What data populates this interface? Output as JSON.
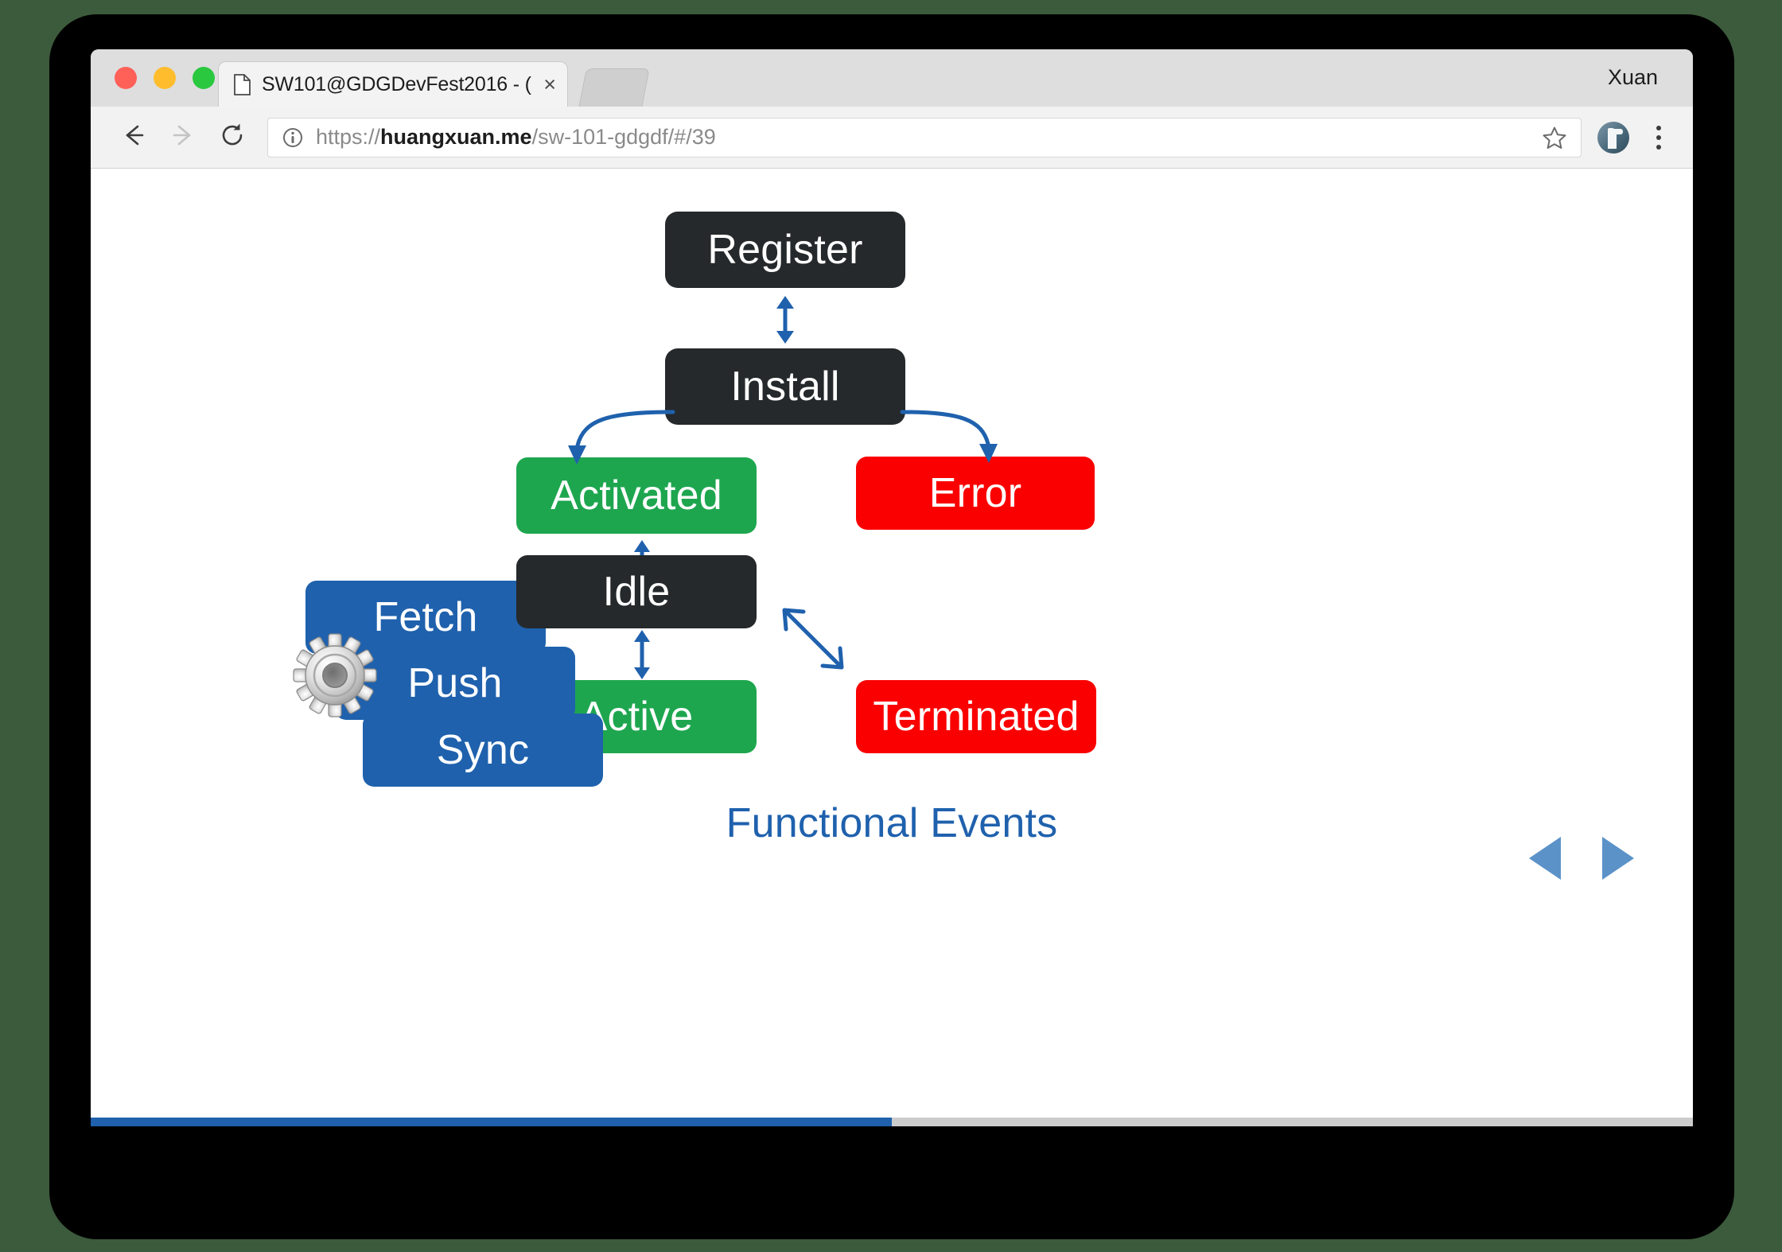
{
  "browser": {
    "profile_name": "Xuan",
    "tab": {
      "title": "SW101@GDGDevFest2016 - (",
      "close_label": "×",
      "favicon_name": "document-icon"
    },
    "toolbar": {
      "back_icon": "arrow-left-icon",
      "forward_icon": "arrow-right-icon",
      "reload_icon": "reload-icon",
      "info_icon": "page-info-icon",
      "star_icon": "bookmark-star-icon",
      "avatar_icon": "profile-avatar-icon",
      "menu_icon": "three-dot-menu-icon",
      "url_full": "https://huangxuan.me/sw-101-gdgdf/#/39",
      "url_scheme": "https://",
      "url_host": "huangxuan.me",
      "url_path": "/sw-101-gdgdf/#/39"
    }
  },
  "slide": {
    "caption": "Functional Events",
    "progress_percent": 50,
    "nav": {
      "prev_label": "previous-slide",
      "next_label": "next-slide"
    },
    "gear_icon": "gear-icon",
    "nodes": {
      "register": {
        "label": "Register",
        "color": "#25292b"
      },
      "install": {
        "label": "Install",
        "color": "#25292b"
      },
      "activated": {
        "label": "Activated",
        "color": "#1ea64f"
      },
      "error": {
        "label": "Error",
        "color": "#fa0000"
      },
      "idle": {
        "label": "Idle",
        "color": "#25292b"
      },
      "active": {
        "label": "Active",
        "color": "#1ea64f"
      },
      "terminated": {
        "label": "Terminated",
        "color": "#fa0000"
      },
      "fetch": {
        "label": "Fetch",
        "color": "#1f61ad"
      },
      "push": {
        "label": "Push",
        "color": "#1f61ad"
      },
      "sync": {
        "label": "Sync",
        "color": "#1f61ad"
      }
    },
    "arrow_color": "#1f61ad"
  }
}
